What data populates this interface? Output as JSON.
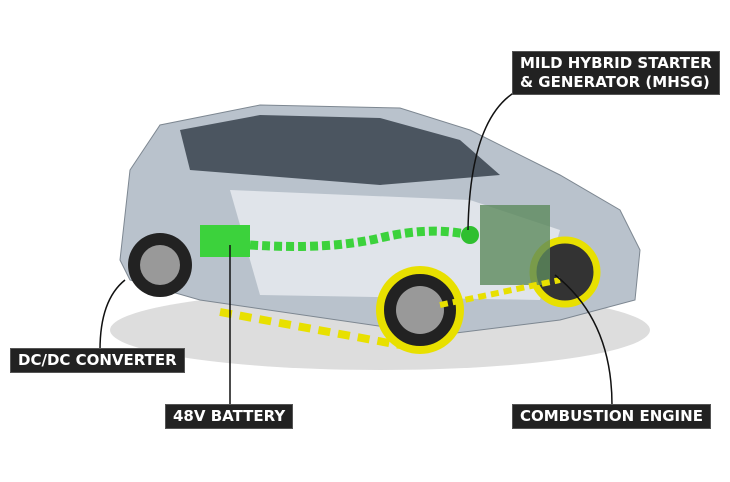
{
  "labels": {
    "mhsg_line1": "MILD HYBRID STARTER",
    "mhsg_line2": "& GENERATOR (MHSG)",
    "dcdc": "DC/DC CONVERTER",
    "battery": "48V BATTERY",
    "engine": "COMBUSTION ENGINE"
  },
  "colors": {
    "energy_flow": "#3cd23c",
    "mechanical_flow": "#e8e000",
    "label_bg": "#222222"
  }
}
